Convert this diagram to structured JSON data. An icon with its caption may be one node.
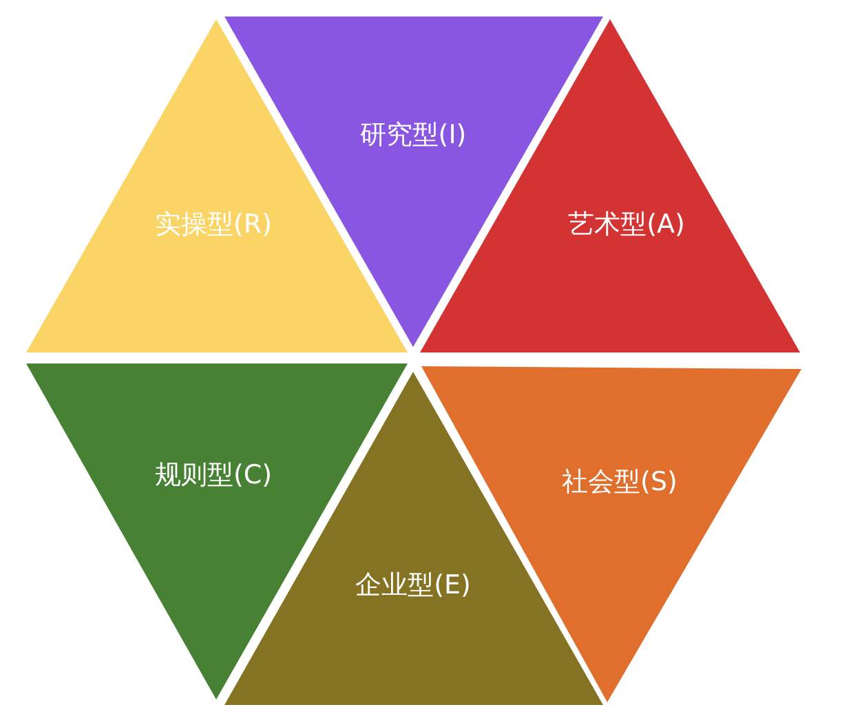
{
  "diagram": {
    "nodes": [
      {
        "text": [
          "研究型(I)"
        ]
      },
      {
        "text": [
          "实操型(R)"
        ]
      },
      {
        "text": [
          "艺术型(A)"
        ]
      },
      {
        "text": [
          "规则型(C)"
        ]
      },
      {
        "text": [
          "社会型(S)"
        ]
      },
      {
        "text": [
          "企业型(E)"
        ]
      }
    ]
  }
}
